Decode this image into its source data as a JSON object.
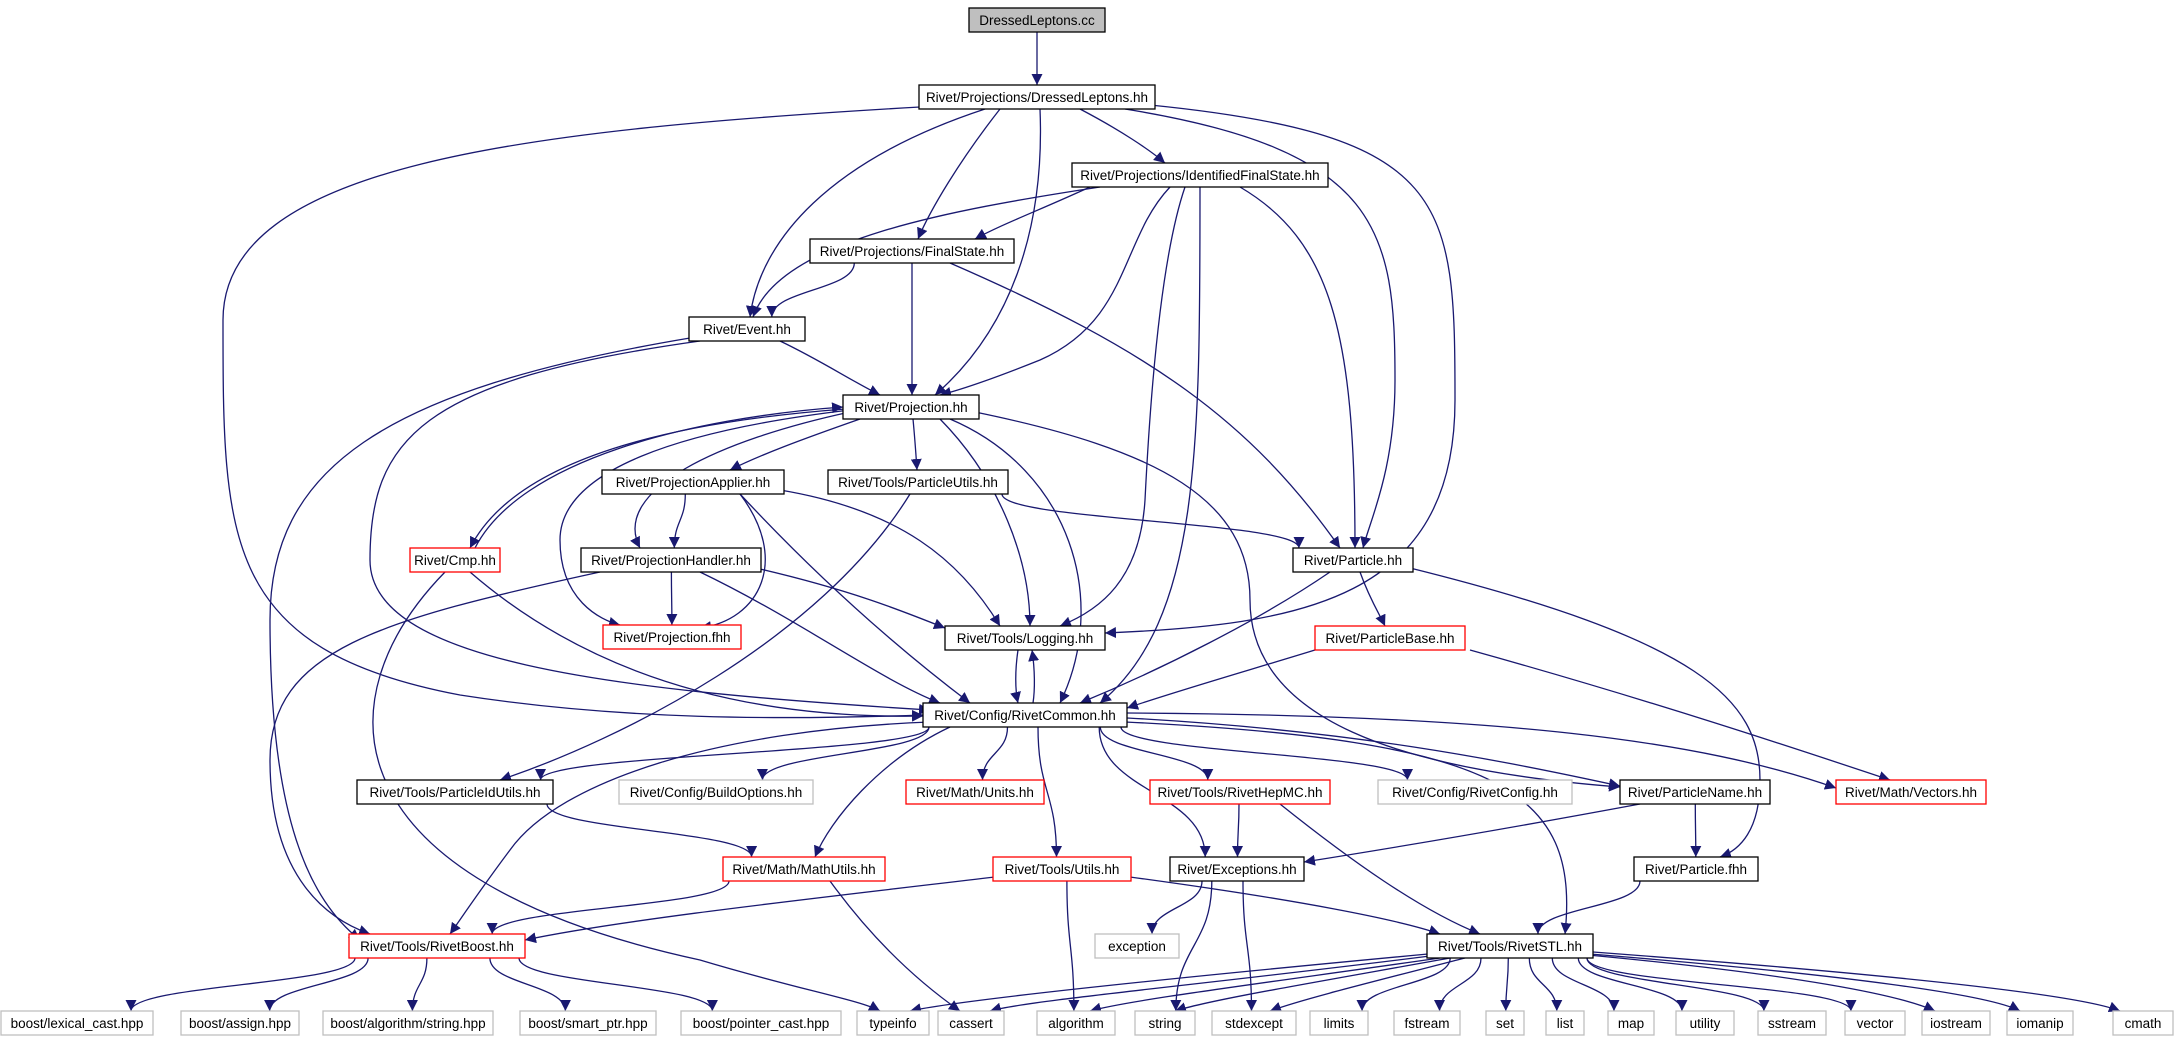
{
  "title": "",
  "colors": {
    "edge": "#191970",
    "border_default": "#000000",
    "border_red": "#ff0000",
    "border_gray": "#bfbfbf",
    "root_fill": "#bfbfbf",
    "node_fill": "#ffffff"
  },
  "nodes": [
    {
      "id": "dressedleptons_cc",
      "label": "DressedLeptons.cc",
      "style": "root"
    },
    {
      "id": "dressedleptons_hh",
      "label": "Rivet/Projections/DressedLeptons.hh",
      "style": "normal"
    },
    {
      "id": "identifiedfs_hh",
      "label": "Rivet/Projections/IdentifiedFinalState.hh",
      "style": "normal"
    },
    {
      "id": "finalstate_hh",
      "label": "Rivet/Projections/FinalState.hh",
      "style": "normal"
    },
    {
      "id": "event_hh",
      "label": "Rivet/Event.hh",
      "style": "normal"
    },
    {
      "id": "projection_hh",
      "label": "Rivet/Projection.hh",
      "style": "normal"
    },
    {
      "id": "projapplier_hh",
      "label": "Rivet/ProjectionApplier.hh",
      "style": "normal"
    },
    {
      "id": "particleutils_hh",
      "label": "Rivet/Tools/ParticleUtils.hh",
      "style": "normal"
    },
    {
      "id": "cmp_hh",
      "label": "Rivet/Cmp.hh",
      "style": "red"
    },
    {
      "id": "projhandler_hh",
      "label": "Rivet/ProjectionHandler.hh",
      "style": "normal"
    },
    {
      "id": "particle_hh",
      "label": "Rivet/Particle.hh",
      "style": "normal"
    },
    {
      "id": "projection_fhh",
      "label": "Rivet/Projection.fhh",
      "style": "red"
    },
    {
      "id": "logging_hh",
      "label": "Rivet/Tools/Logging.hh",
      "style": "normal"
    },
    {
      "id": "particlebase_hh",
      "label": "Rivet/ParticleBase.hh",
      "style": "red"
    },
    {
      "id": "rivetcommon_hh",
      "label": "Rivet/Config/RivetCommon.hh",
      "style": "normal"
    },
    {
      "id": "particleidutils_hh",
      "label": "Rivet/Tools/ParticleIdUtils.hh",
      "style": "normal"
    },
    {
      "id": "buildoptions_hh",
      "label": "Rivet/Config/BuildOptions.hh",
      "style": "gray"
    },
    {
      "id": "units_hh",
      "label": "Rivet/Math/Units.hh",
      "style": "red"
    },
    {
      "id": "rivethepmc_hh",
      "label": "Rivet/Tools/RivetHepMC.hh",
      "style": "red"
    },
    {
      "id": "rivetconfig_hh",
      "label": "Rivet/Config/RivetConfig.hh",
      "style": "gray"
    },
    {
      "id": "particlename_hh",
      "label": "Rivet/ParticleName.hh",
      "style": "normal"
    },
    {
      "id": "vectors_hh",
      "label": "Rivet/Math/Vectors.hh",
      "style": "red"
    },
    {
      "id": "mathutils_hh",
      "label": "Rivet/Math/MathUtils.hh",
      "style": "red"
    },
    {
      "id": "utils_hh",
      "label": "Rivet/Tools/Utils.hh",
      "style": "red"
    },
    {
      "id": "exceptions_hh",
      "label": "Rivet/Exceptions.hh",
      "style": "normal"
    },
    {
      "id": "particle_fhh",
      "label": "Rivet/Particle.fhh",
      "style": "normal"
    },
    {
      "id": "rivetboost_hh",
      "label": "Rivet/Tools/RivetBoost.hh",
      "style": "red"
    },
    {
      "id": "exception",
      "label": "exception",
      "style": "gray"
    },
    {
      "id": "rivetstl_hh",
      "label": "Rivet/Tools/RivetSTL.hh",
      "style": "normal"
    },
    {
      "id": "lexical_cast",
      "label": "boost/lexical_cast.hpp",
      "style": "gray"
    },
    {
      "id": "assign",
      "label": "boost/assign.hpp",
      "style": "gray"
    },
    {
      "id": "algo_string",
      "label": "boost/algorithm/string.hpp",
      "style": "gray"
    },
    {
      "id": "smart_ptr",
      "label": "boost/smart_ptr.hpp",
      "style": "gray"
    },
    {
      "id": "pointer_cast",
      "label": "boost/pointer_cast.hpp",
      "style": "gray"
    },
    {
      "id": "typeinfo",
      "label": "typeinfo",
      "style": "gray"
    },
    {
      "id": "cassert",
      "label": "cassert",
      "style": "gray"
    },
    {
      "id": "algorithm",
      "label": "algorithm",
      "style": "gray"
    },
    {
      "id": "string",
      "label": "string",
      "style": "gray"
    },
    {
      "id": "stdexcept",
      "label": "stdexcept",
      "style": "gray"
    },
    {
      "id": "limits",
      "label": "limits",
      "style": "gray"
    },
    {
      "id": "fstream",
      "label": "fstream",
      "style": "gray"
    },
    {
      "id": "set",
      "label": "set",
      "style": "gray"
    },
    {
      "id": "list",
      "label": "list",
      "style": "gray"
    },
    {
      "id": "map",
      "label": "map",
      "style": "gray"
    },
    {
      "id": "utility",
      "label": "utility",
      "style": "gray"
    },
    {
      "id": "sstream",
      "label": "sstream",
      "style": "gray"
    },
    {
      "id": "vector",
      "label": "vector",
      "style": "gray"
    },
    {
      "id": "iostream",
      "label": "iostream",
      "style": "gray"
    },
    {
      "id": "iomanip",
      "label": "iomanip",
      "style": "gray"
    },
    {
      "id": "cmath",
      "label": "cmath",
      "style": "gray"
    }
  ],
  "edges": [
    [
      "dressedleptons_cc",
      "dressedleptons_hh"
    ],
    [
      "dressedleptons_hh",
      "identifiedfs_hh"
    ],
    [
      "dressedleptons_hh",
      "finalstate_hh"
    ],
    [
      "dressedleptons_hh",
      "event_hh"
    ],
    [
      "dressedleptons_hh",
      "projection_hh"
    ],
    [
      "dressedleptons_hh",
      "particle_hh"
    ],
    [
      "dressedleptons_hh",
      "logging_hh"
    ],
    [
      "dressedleptons_hh",
      "rivetcommon_hh"
    ],
    [
      "identifiedfs_hh",
      "finalstate_hh"
    ],
    [
      "identifiedfs_hh",
      "event_hh"
    ],
    [
      "identifiedfs_hh",
      "projection_hh"
    ],
    [
      "identifiedfs_hh",
      "particle_hh"
    ],
    [
      "identifiedfs_hh",
      "logging_hh"
    ],
    [
      "identifiedfs_hh",
      "rivetcommon_hh"
    ],
    [
      "finalstate_hh",
      "event_hh"
    ],
    [
      "finalstate_hh",
      "projection_hh"
    ],
    [
      "finalstate_hh",
      "particle_hh"
    ],
    [
      "event_hh",
      "projection_hh"
    ],
    [
      "event_hh",
      "rivetcommon_hh"
    ],
    [
      "event_hh",
      "rivetboost_hh"
    ],
    [
      "projection_hh",
      "projapplier_hh"
    ],
    [
      "projection_hh",
      "particleutils_hh"
    ],
    [
      "projection_hh",
      "cmp_hh"
    ],
    [
      "projection_hh",
      "projhandler_hh"
    ],
    [
      "projection_hh",
      "projection_fhh"
    ],
    [
      "projection_hh",
      "logging_hh"
    ],
    [
      "projection_hh",
      "rivetcommon_hh"
    ],
    [
      "projection_hh",
      "particlename_hh"
    ],
    [
      "cmp_hh",
      "projection_hh"
    ],
    [
      "cmp_hh",
      "rivetcommon_hh"
    ],
    [
      "cmp_hh",
      "typeinfo"
    ],
    [
      "projapplier_hh",
      "projhandler_hh"
    ],
    [
      "projapplier_hh",
      "projection_fhh"
    ],
    [
      "projapplier_hh",
      "logging_hh"
    ],
    [
      "projapplier_hh",
      "rivetcommon_hh"
    ],
    [
      "particleutils_hh",
      "particle_hh"
    ],
    [
      "particleutils_hh",
      "particleidutils_hh"
    ],
    [
      "projhandler_hh",
      "projection_fhh"
    ],
    [
      "projhandler_hh",
      "logging_hh"
    ],
    [
      "projhandler_hh",
      "rivetcommon_hh"
    ],
    [
      "projhandler_hh",
      "rivetboost_hh"
    ],
    [
      "particle_hh",
      "particlebase_hh"
    ],
    [
      "particle_hh",
      "rivetcommon_hh"
    ],
    [
      "particle_hh",
      "particle_fhh"
    ],
    [
      "particlebase_hh",
      "rivetcommon_hh"
    ],
    [
      "particlebase_hh",
      "vectors_hh"
    ],
    [
      "logging_hh",
      "rivetcommon_hh"
    ],
    [
      "rivetcommon_hh",
      "logging_hh"
    ],
    [
      "rivetcommon_hh",
      "particleidutils_hh"
    ],
    [
      "rivetcommon_hh",
      "buildoptions_hh"
    ],
    [
      "rivetcommon_hh",
      "units_hh"
    ],
    [
      "rivetcommon_hh",
      "rivethepmc_hh"
    ],
    [
      "rivetcommon_hh",
      "rivetconfig_hh"
    ],
    [
      "rivetcommon_hh",
      "particlename_hh"
    ],
    [
      "rivetcommon_hh",
      "vectors_hh"
    ],
    [
      "rivetcommon_hh",
      "mathutils_hh"
    ],
    [
      "rivetcommon_hh",
      "utils_hh"
    ],
    [
      "rivetcommon_hh",
      "exceptions_hh"
    ],
    [
      "rivetcommon_hh",
      "rivetboost_hh"
    ],
    [
      "rivetcommon_hh",
      "rivetstl_hh"
    ],
    [
      "particleidutils_hh",
      "mathutils_hh"
    ],
    [
      "rivethepmc_hh",
      "exceptions_hh"
    ],
    [
      "rivethepmc_hh",
      "rivetstl_hh"
    ],
    [
      "particlename_hh",
      "exceptions_hh"
    ],
    [
      "particlename_hh",
      "particle_fhh"
    ],
    [
      "mathutils_hh",
      "rivetboost_hh"
    ],
    [
      "mathutils_hh",
      "cassert"
    ],
    [
      "utils_hh",
      "rivetboost_hh"
    ],
    [
      "utils_hh",
      "rivetstl_hh"
    ],
    [
      "utils_hh",
      "algorithm"
    ],
    [
      "exceptions_hh",
      "exception"
    ],
    [
      "exceptions_hh",
      "string"
    ],
    [
      "exceptions_hh",
      "stdexcept"
    ],
    [
      "particle_fhh",
      "rivetstl_hh"
    ],
    [
      "rivetboost_hh",
      "lexical_cast"
    ],
    [
      "rivetboost_hh",
      "assign"
    ],
    [
      "rivetboost_hh",
      "algo_string"
    ],
    [
      "rivetboost_hh",
      "smart_ptr"
    ],
    [
      "rivetboost_hh",
      "pointer_cast"
    ],
    [
      "rivetstl_hh",
      "typeinfo"
    ],
    [
      "rivetstl_hh",
      "cassert"
    ],
    [
      "rivetstl_hh",
      "algorithm"
    ],
    [
      "rivetstl_hh",
      "string"
    ],
    [
      "rivetstl_hh",
      "stdexcept"
    ],
    [
      "rivetstl_hh",
      "limits"
    ],
    [
      "rivetstl_hh",
      "fstream"
    ],
    [
      "rivetstl_hh",
      "set"
    ],
    [
      "rivetstl_hh",
      "list"
    ],
    [
      "rivetstl_hh",
      "map"
    ],
    [
      "rivetstl_hh",
      "utility"
    ],
    [
      "rivetstl_hh",
      "sstream"
    ],
    [
      "rivetstl_hh",
      "vector"
    ],
    [
      "rivetstl_hh",
      "iostream"
    ],
    [
      "rivetstl_hh",
      "iomanip"
    ],
    [
      "rivetstl_hh",
      "cmath"
    ]
  ]
}
